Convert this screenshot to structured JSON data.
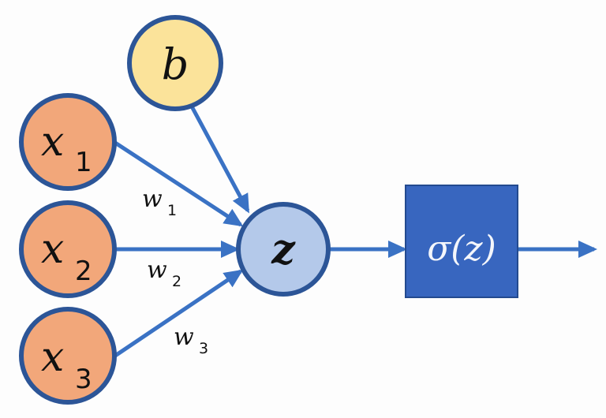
{
  "diagram": {
    "title": "",
    "colors": {
      "input_fill": "#f2a77a",
      "bias_fill": "#fbe39a",
      "sum_fill": "#b4c9ea",
      "stroke": "#2c5597",
      "arrow": "#3a72c4",
      "activation_fill": "#3866bf"
    },
    "bias": {
      "base": "b",
      "sub": ""
    },
    "inputs": [
      {
        "base": "x",
        "sub": "1"
      },
      {
        "base": "x",
        "sub": "2"
      },
      {
        "base": "x",
        "sub": "3"
      }
    ],
    "weights": [
      {
        "base": "w",
        "sub": "1"
      },
      {
        "base": "w",
        "sub": "2"
      },
      {
        "base": "w",
        "sub": "3"
      }
    ],
    "sum_node": {
      "label": "z"
    },
    "activation": {
      "label": "σ(z)"
    },
    "edges": [
      {
        "from": "x1",
        "to": "z",
        "label": "w1"
      },
      {
        "from": "x2",
        "to": "z",
        "label": "w2"
      },
      {
        "from": "x3",
        "to": "z",
        "label": "w3"
      },
      {
        "from": "b",
        "to": "z",
        "label": ""
      },
      {
        "from": "z",
        "to": "sigma",
        "label": ""
      },
      {
        "from": "sigma",
        "to": "output",
        "label": ""
      }
    ]
  }
}
